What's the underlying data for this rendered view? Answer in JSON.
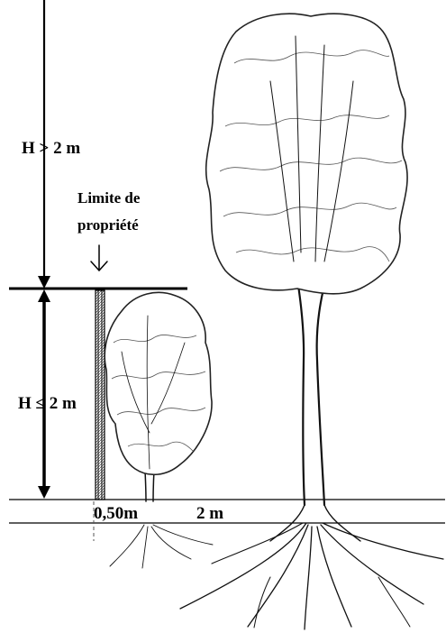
{
  "labels": {
    "height_above": "H > 2 m",
    "height_below": "H ≤ 2 m",
    "property_limit_line1": "Limite de",
    "property_limit_line2": "propriété",
    "distance_small": "0,50m",
    "distance_large": "2 m"
  }
}
